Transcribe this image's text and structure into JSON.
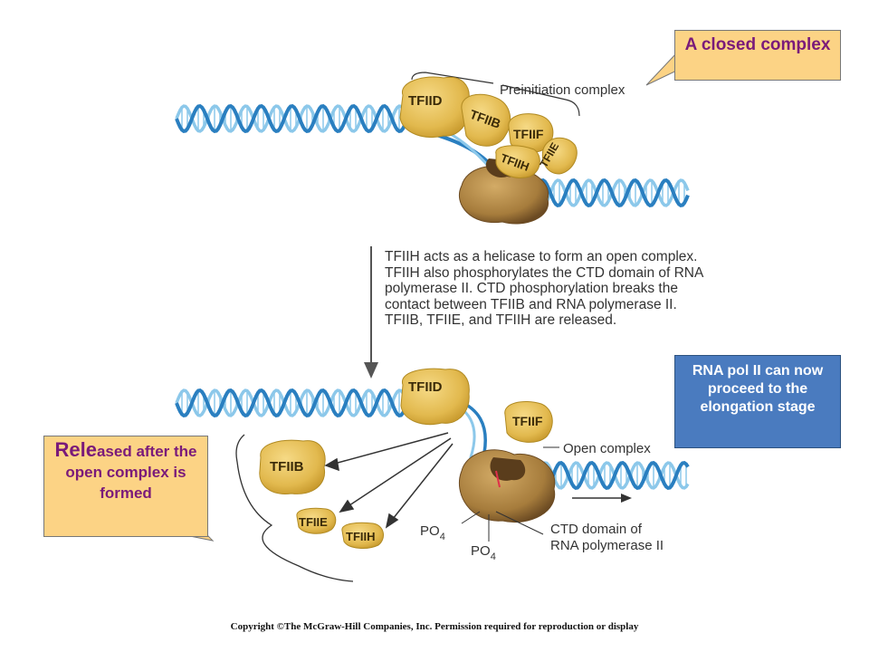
{
  "callouts": {
    "closed_complex": "A closed complex",
    "released_big": "Rele",
    "released_rest": "ased after the open complex is formed",
    "rna_pol": "RNA pol II can now proceed to the elongation stage"
  },
  "diagram": {
    "preinitiation_label": "Preinitiation complex",
    "factors": {
      "tfiid": "TFIID",
      "tfiib": "TFIIB",
      "tfiif": "TFIIF",
      "tfiih": "TFIIH",
      "tfiie": "TFIIE"
    },
    "step_text": "TFIIH acts as a helicase to form an open complex. TFIIH also phosphorylates the CTD domain of RNA polymerase II. CTD phosphorylation breaks the contact between TFIIB and RNA polymerase II. TFIIB, TFIIE, and TFIIH are released.",
    "open_complex_label": "Open complex",
    "po4": "PO",
    "po4_sub": "4",
    "ctd_line1": "CTD domain of",
    "ctd_line2": "RNA polymerase II"
  },
  "footer": {
    "copyright": "Copyright ©The McGraw-Hill Companies, Inc. Permission required for reproduction or display"
  },
  "colors": {
    "dna_strand": "#2a7fc0",
    "dna_light": "#8cc8ea",
    "factor_fill": "#e2b94e",
    "factor_stroke": "#b08a22",
    "pol_fill": "#b48a4a",
    "pol_dark": "#6b4a22",
    "callout_orange": "#fcd385",
    "callout_blue": "#4a7bbf",
    "callout_text_purple": "#7a1a7a"
  }
}
